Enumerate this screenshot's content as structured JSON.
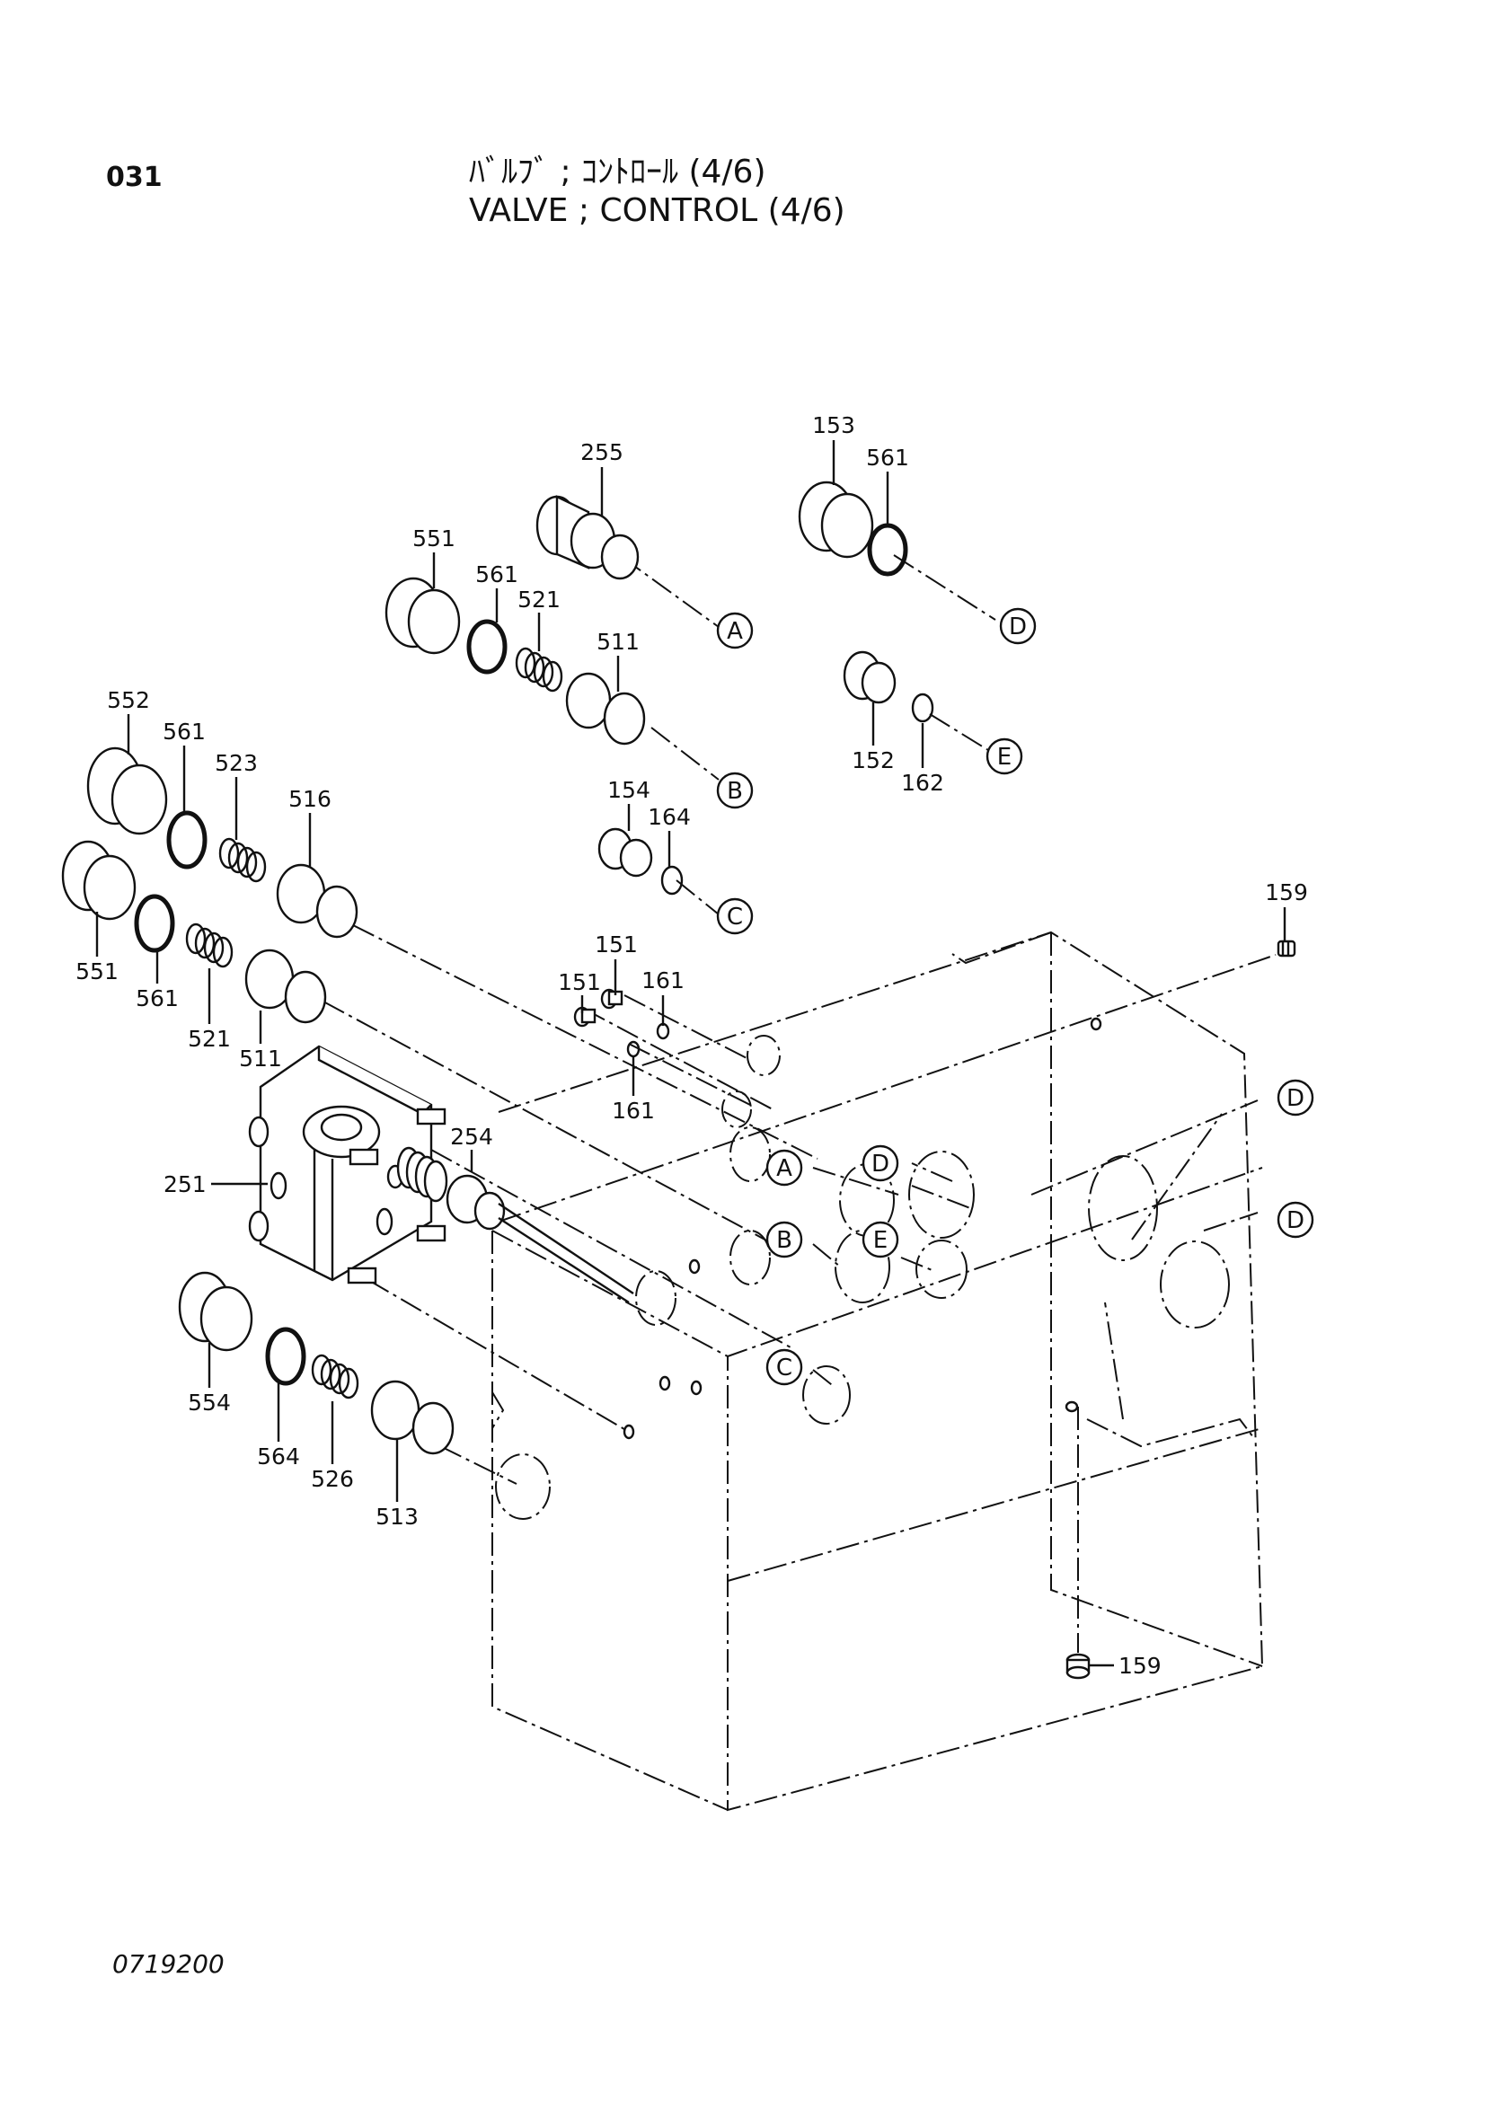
{
  "header": {
    "page_no": "031",
    "title_jp": "ﾊﾞﾙﾌﾞ ; ｺﾝﾄﾛｰﾙ (4/6)",
    "title_en": "VALVE ; CONTROL (4/6)"
  },
  "footer": {
    "code": "0719200"
  },
  "parts": {
    "p255": "255",
    "p153": "153",
    "p561a": "561",
    "p551a": "551",
    "p561b": "561",
    "p521a": "521",
    "p511a": "511",
    "p552": "552",
    "p561c": "561",
    "p523": "523",
    "p516": "516",
    "p152": "152",
    "p162": "162",
    "p154": "154",
    "p164": "164",
    "p551b": "551",
    "p561d": "561",
    "p521b": "521",
    "p511b": "511",
    "p151a": "151",
    "p151b": "151",
    "p161a": "161",
    "p161b": "161",
    "p159a": "159",
    "p159b": "159",
    "p254": "254",
    "p251": "251",
    "p554": "554",
    "p564": "564",
    "p526": "526",
    "p513": "513"
  },
  "refs": {
    "A": "A",
    "B": "B",
    "C": "C",
    "D": "D",
    "E": "E"
  }
}
